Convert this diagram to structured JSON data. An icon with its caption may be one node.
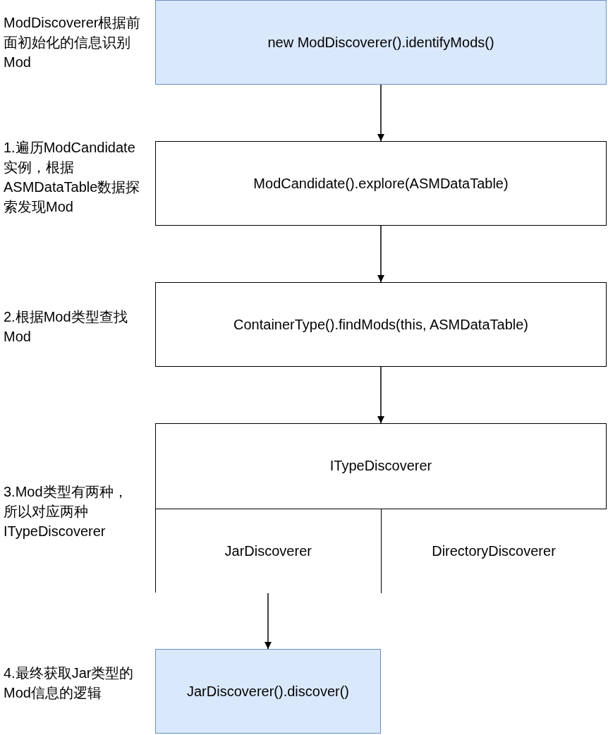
{
  "diagram": {
    "nodes": [
      {
        "text": [
          "new ModDiscoverer().identifyMods()"
        ]
      },
      {
        "text": [
          "ModCandidate().explore(ASMDataTable)"
        ]
      },
      {
        "text": [
          "ContainerType().findMods(this, ASMDataTable)"
        ]
      },
      {
        "text": [
          "ITypeDiscoverer"
        ]
      },
      {
        "text": [
          "JarDiscoverer"
        ],
        "in": 3
      },
      {
        "text": [
          "DirectoryDiscoverer"
        ],
        "in": 3
      },
      {
        "text": [
          "JarDiscoverer().discover()"
        ]
      }
    ],
    "edges": [
      {
        "from": 0,
        "to": 1,
        "arrow": "to"
      },
      {
        "from": 1,
        "to": 2,
        "arrow": "to"
      },
      {
        "from": 2,
        "to": 3,
        "arrow": "to"
      },
      {
        "from": 4,
        "to": 6,
        "arrow": "to"
      }
    ],
    "labels": [
      "ModDiscoverer根据前面初始化的信息识别Mod",
      "1.遍历ModCandidate实例，根据ASMDataTable数据探索发现Mod",
      "2.根据Mod类型查找Mod",
      "3.Mod类型有两种，所以对应两种ITypeDiscoverer",
      "4.最终获取Jar类型的Mod信息的逻辑"
    ]
  }
}
